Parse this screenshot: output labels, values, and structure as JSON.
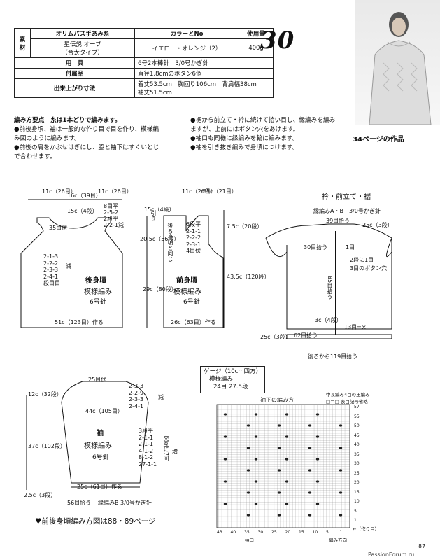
{
  "pattern_number": "30",
  "caption": "34ページの作品",
  "materials_table": {
    "headers": [
      "素材",
      "オリムパス手あみ糸",
      "カラーとNo",
      "使用量"
    ],
    "yarn": [
      "星伝説 オーブ",
      "（合太タイプ）"
    ],
    "color": "イエロー・オレンジ（2）",
    "amount": "400g",
    "rows": [
      {
        "label": "用　具",
        "value": "6号2本棒針　3/0号かぎ針"
      },
      {
        "label": "付属品",
        "value": "直径1.8cmのボタン6個"
      },
      {
        "label": "出来上がり寸法",
        "value": "着丈53.5cm　胸回り106cm　背肩幅38cm",
        "value2": "袖丈51.5cm"
      }
    ]
  },
  "notes_left": [
    "編み方要点　糸は1本どりで編みます。",
    "●前後身頃、袖は一般的な作り目で目を作り、模様編",
    "み図のように編みます。",
    "●前後の肩をかぶせはぎにし、脇と袖下はすくいとじ",
    "で合わせます。"
  ],
  "notes_right": [
    "●裾から前立て・衿に続けて拾い目し、縁編みを編み",
    "ますが、上前にはボタン穴をあけます。",
    "●袖口も同様に縁編みを輪に編みます。",
    "●袖を引き抜き編みで身頃につけます。"
  ],
  "back_body": {
    "title": "後身頃",
    "pattern": "模様編み",
    "needle": "6号針",
    "top_dims": [
      "11c（26目）",
      "16c（39目）",
      "11c（26目）"
    ],
    "shoulder": "15c（4段）",
    "neck_rows": "35目伏",
    "neck_shaping": [
      "8目平",
      "2-5-2",
      "2段平",
      "2-2-1減"
    ],
    "side_shaping": [
      "2-1-3",
      "2-2-2",
      "2-3-3",
      "2-4-1",
      "段目目"
    ],
    "dec_label": "減",
    "cast_on": "51c（123目）作る"
  },
  "front_body": {
    "title": "前身頃",
    "pattern": "模様編み",
    "needle": "6号針",
    "top_dims": [
      "11c（26目）",
      "85c（21目）"
    ],
    "shoulder": "15c（4段）",
    "neck_shaping": [
      "6段平",
      "2-1-1",
      "2-2-2",
      "2-3-1",
      "4目伏"
    ],
    "armhole_depth": "20.5c（56段）",
    "side_length": "29c（80段）",
    "total_length": "43.5c（120段）",
    "neck_depth": "7.5c（20段）",
    "neck_shaping_right": [
      "6段平",
      "2-1-1"
    ],
    "reverse_label": "返し",
    "hikimodoshi": "引き",
    "cast_on": "26c（63目）作る",
    "side_note": "後ろ身頃と同じ"
  },
  "collar": {
    "title": "衿・前立て・裾",
    "edge": "縁編みA・B　3/0号かぎ針",
    "top": "39目拾う",
    "top_right": "25c（3段）",
    "pick1": "30目拾う",
    "pick2": "1目",
    "pick3": "2段に1目",
    "pick4": "3目のボタン穴",
    "front_pick": "85目拾う",
    "bottom_l": "3c（4段）",
    "bottom_r": "13目=×",
    "hem_pick": "62目拾う",
    "hem_dim": "25c（3段）",
    "back_pick": "後ろから119目拾う"
  },
  "sleeve": {
    "title": "袖",
    "pattern": "模様編み",
    "needle": "6号針",
    "top": "25目伏",
    "cap_shaping": [
      "2-3-3",
      "2-2-9",
      "2-3-3",
      "2-4-1"
    ],
    "dec_label": "減",
    "width": "44c（105目）",
    "cap_height": "12c（32段）",
    "length": "37c（102段）",
    "hem": "2.5c（3段）",
    "inc_shaping": [
      "3段平",
      "2-1-1",
      "2-1-1",
      "4-1-2",
      "8-1-2",
      "27-1-1"
    ],
    "inc_label": "増",
    "inc_note": "交互に7回",
    "cuff": "25c（61目）作る",
    "pick": "56目拾う",
    "edge": "縁編みB 3/0号かぎ針"
  },
  "footnote": "♥前後身頃編み方図は88・89ページ",
  "gauge": {
    "title": "ゲージ（10cm四方）",
    "pattern": "模様編み",
    "values": "24目 27.5段"
  },
  "chart": {
    "title": "袖下の編み方",
    "legend1": "中長編み4目の玉編み",
    "legend2": "□＝□ 表目記号省略",
    "row_labels": [
      "57",
      "55",
      "50",
      "45",
      "40",
      "35",
      "30",
      "25",
      "20",
      "15",
      "10",
      "5",
      "1"
    ],
    "col_labels": [
      "43",
      "40",
      "35",
      "30",
      "25",
      "20",
      "15",
      "10",
      "5",
      "1"
    ],
    "bottom_left": "袖口",
    "bottom_right": "編み方向",
    "row_note": "←（作り目）"
  },
  "page_number": "87",
  "watermark": "PassionForum.ru"
}
